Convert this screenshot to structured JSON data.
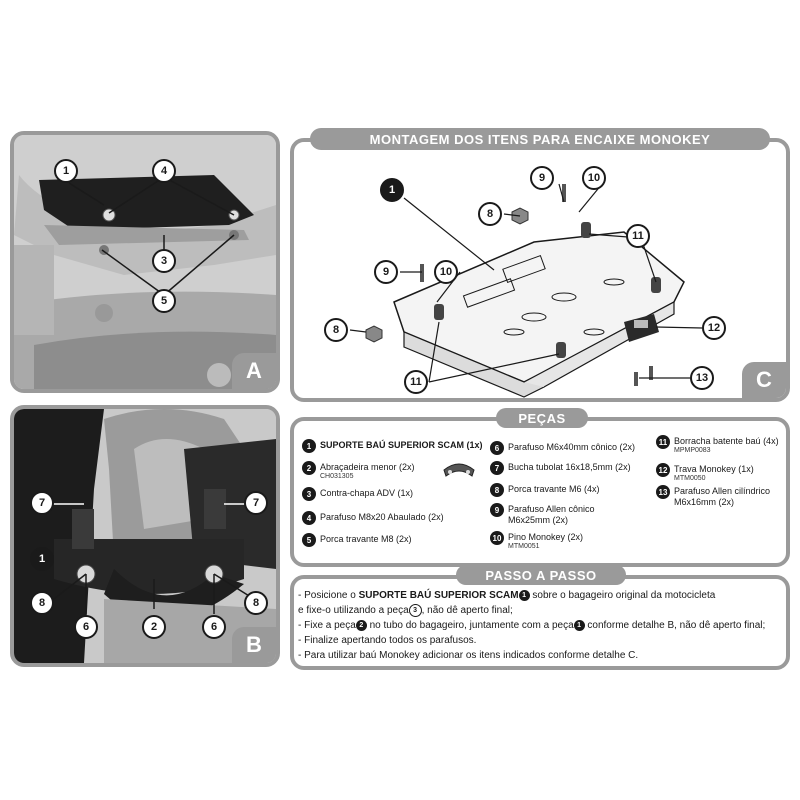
{
  "detail_a": {
    "letter": "A",
    "callouts": [
      "1",
      "4",
      "3",
      "5"
    ]
  },
  "detail_b": {
    "letter": "B",
    "callouts": [
      "7",
      "7",
      "1",
      "8",
      "6",
      "2",
      "6",
      "8"
    ]
  },
  "detail_c": {
    "title": "MONTAGEM DOS ITENS PARA ENCAIXE MONOKEY",
    "letter": "C",
    "callouts": [
      "1",
      "9",
      "10",
      "8",
      "11",
      "9",
      "10",
      "8",
      "12",
      "11",
      "13"
    ]
  },
  "parts": {
    "title": "PEÇAS",
    "items": [
      {
        "n": "1",
        "label": "SUPORTE BAÚ SUPERIOR SCAM (1x)",
        "code": ""
      },
      {
        "n": "2",
        "label": "Abraçadeira menor (2x)",
        "code": "CH031305"
      },
      {
        "n": "3",
        "label": "Contra-chapa ADV (1x)",
        "code": ""
      },
      {
        "n": "4",
        "label": "Parafuso M8x20 Abaulado (2x)",
        "code": ""
      },
      {
        "n": "5",
        "label": "Porca travante M8 (2x)",
        "code": ""
      },
      {
        "n": "6",
        "label": "Parafuso M6x40mm cônico (2x)",
        "code": ""
      },
      {
        "n": "7",
        "label": "Bucha tubolat 16x18,5mm (2x)",
        "code": ""
      },
      {
        "n": "8",
        "label": "Porca travante M6 (4x)",
        "code": ""
      },
      {
        "n": "9",
        "label": "Parafuso Allen cônico M6x25mm (2x)",
        "code": ""
      },
      {
        "n": "10",
        "label": "Pino Monokey (2x)",
        "code": "MTM0051"
      },
      {
        "n": "11",
        "label": "Borracha batente baú (4x)",
        "code": "MPMP0083"
      },
      {
        "n": "12",
        "label": "Trava Monokey (1x)",
        "code": "MTM0050"
      },
      {
        "n": "13",
        "label": "Parafuso Allen cilíndrico M6x16mm (2x)",
        "code": ""
      }
    ]
  },
  "steps": {
    "title": "PASSO A PASSO",
    "line1_a": "- Posicione o ",
    "line1_b": "SUPORTE BAÚ SUPERIOR SCAM",
    "line1_c": " sobre o bagageiro original da motocicleta",
    "line2_a": "e fixe-o utilizando a peça",
    "line2_b": ", não dê aperto final;",
    "line3_a": "- Fixe a peça",
    "line3_b": " no tubo do bagageiro, juntamente com a peça",
    "line3_c": " conforme detalhe B, não dê aperto final;",
    "line4": "- Finalize apertando todos os parafusos.",
    "line5": "- Para utilizar baú Monokey adicionar os itens indicados conforme detalhe C.",
    "refs": [
      "1",
      "3",
      "2",
      "1"
    ]
  }
}
